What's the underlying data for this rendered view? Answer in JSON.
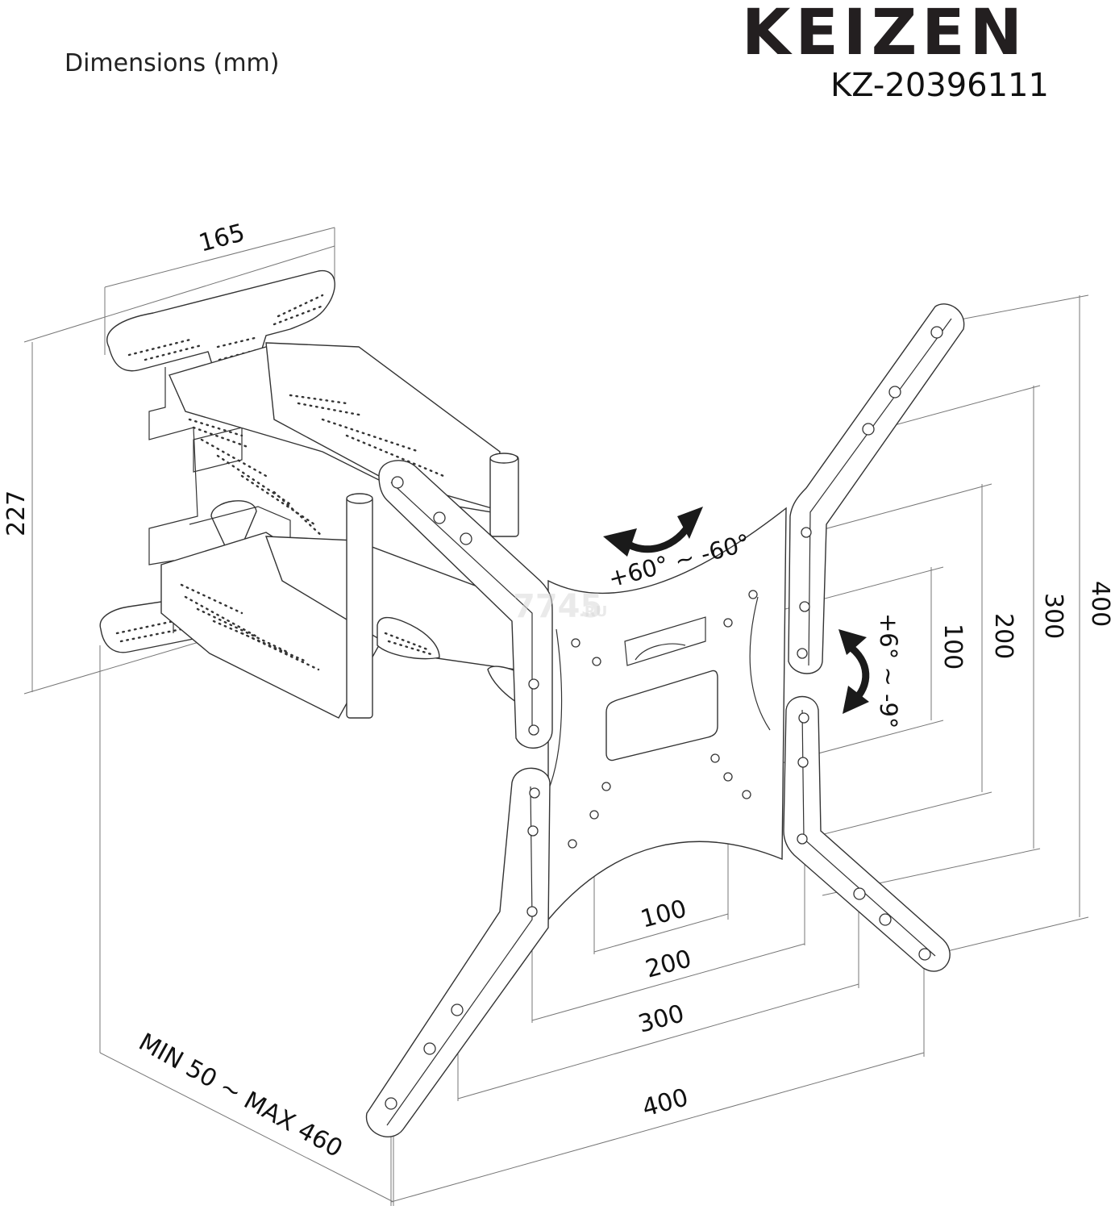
{
  "header": {
    "brand": "KEIZEN",
    "model": "KZ-20396111",
    "subtitle": "Dimensions (mm)"
  },
  "dimensions": {
    "wall_plate_width": "165",
    "wall_plate_height": "227",
    "extension": "MIN 50 ~ MAX 460",
    "vesa_horizontal": [
      "100",
      "200",
      "300",
      "400"
    ],
    "vesa_vertical": [
      "100",
      "200",
      "300",
      "400"
    ]
  },
  "angles": {
    "swivel": "+60° ~ -60°",
    "tilt": "+6° ~ -9°"
  },
  "watermark": {
    "main": "7745",
    "suffix": ".RU"
  }
}
